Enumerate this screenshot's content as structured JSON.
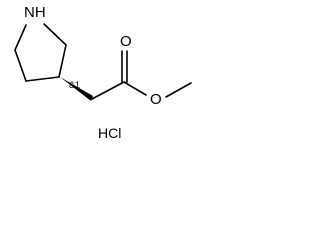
{
  "structure": {
    "nitrogen_label": "NH",
    "carbonyl_oxygen_label": "O",
    "ester_oxygen_label": "O",
    "stereo_label": "&1",
    "salt_label": "HCl"
  }
}
